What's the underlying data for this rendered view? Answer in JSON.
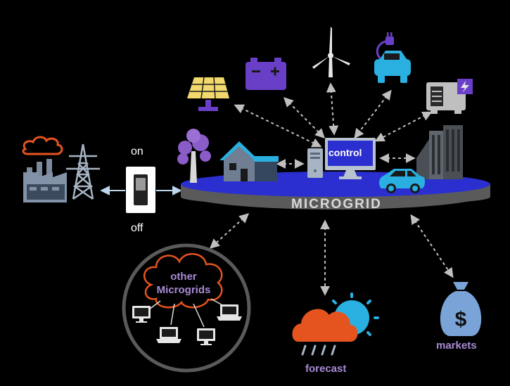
{
  "diagram": {
    "center_label": "MICROGRID",
    "control_label": "control",
    "switch": {
      "on_label": "on",
      "off_label": "off"
    },
    "other_microgrids": {
      "line1": "other",
      "line2": "Microgrids"
    },
    "forecast_label": "forecast",
    "markets_label": "markets",
    "colors": {
      "background": "#000000",
      "platform_top": "#2b2fd0",
      "platform_side": "#5a5a5a",
      "accent_purple": "#a98bd6",
      "battery_purple": "#6a3fc8",
      "cyan": "#2ab0e0",
      "orange": "#e5541f",
      "steel": "#a7b4c4",
      "arrow": "#bfbfbf"
    },
    "icons": [
      "factory-icon",
      "transmission-tower-icon",
      "toggle-switch-icon",
      "solar-panel-icon",
      "battery-icon",
      "wind-turbine-icon",
      "ev-charger-icon",
      "generator-icon",
      "tree-icon",
      "house-icon",
      "server-icon",
      "monitor-icon",
      "car-icon",
      "buildings-icon",
      "cloud-icon",
      "laptop-icon",
      "desktop-icon",
      "weather-icon",
      "money-bag-icon"
    ]
  }
}
